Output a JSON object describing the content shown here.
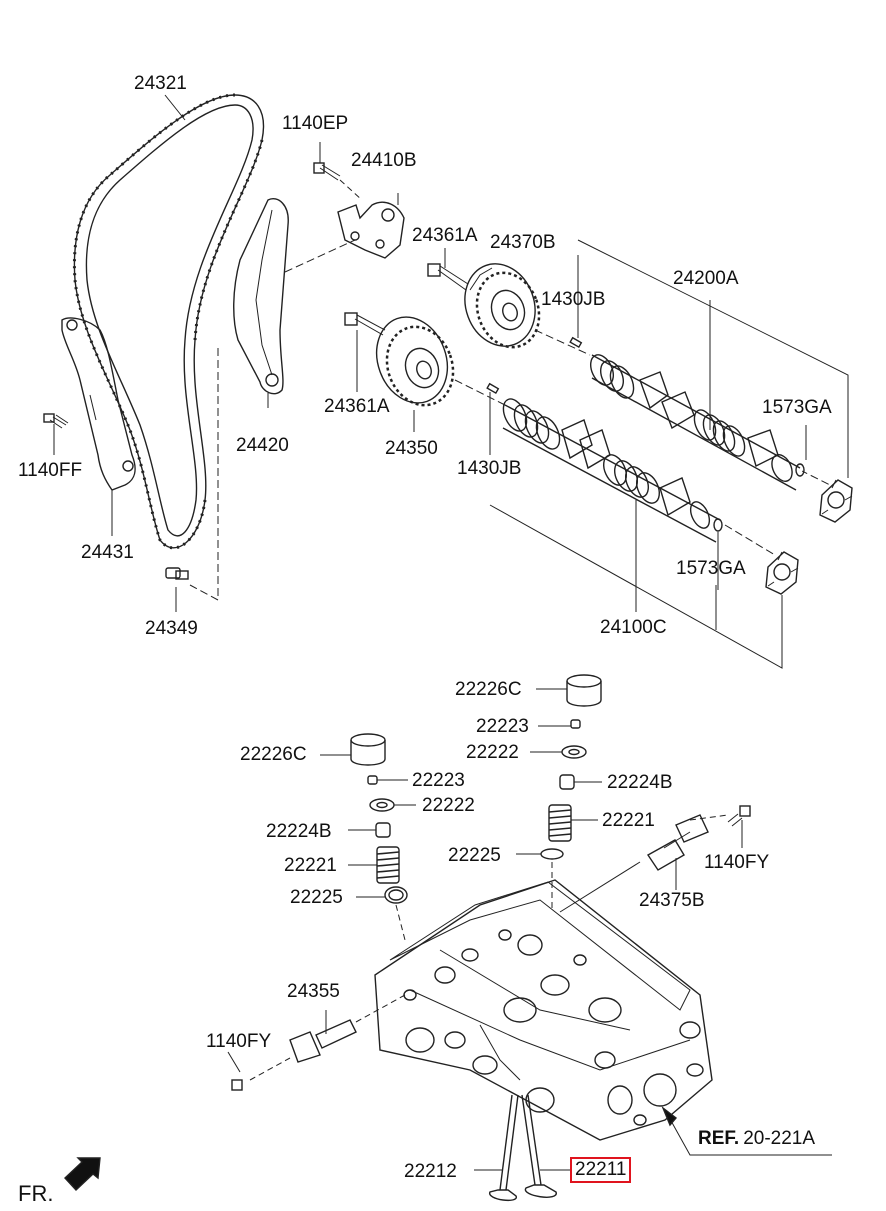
{
  "labels": {
    "p24321": "24321",
    "p1140EP": "1140EP",
    "p24410B": "24410B",
    "p24361A_top": "24361A",
    "p24370B": "24370B",
    "p24200A": "24200A",
    "p1430JB_top": "1430JB",
    "p24361A_mid": "24361A",
    "p24350": "24350",
    "p1430JB_mid": "1430JB",
    "p1573GA_top": "1573GA",
    "p1573GA_bot": "1573GA",
    "p24100C": "24100C",
    "p24420": "24420",
    "p1140FF": "1140FF",
    "p24431": "24431",
    "p24349": "24349",
    "p22226C_right": "22226C",
    "p22223_right": "22223",
    "p22222_right": "22222",
    "p22224B_right": "22224B",
    "p22221_right": "22221",
    "p22225_right": "22225",
    "p22226C_left": "22226C",
    "p22223_left": "22223",
    "p22222_left": "22222",
    "p22224B_left": "22224B",
    "p22221_left": "22221",
    "p22225_left": "22225",
    "p1140FY_right": "1140FY",
    "p24375B": "24375B",
    "p24355": "24355",
    "p1140FY_left": "1140FY",
    "ref_prefix": "REF.",
    "ref_value": "20-221A",
    "p22212": "22212",
    "p22211": "22211",
    "fr": "FR."
  },
  "colors": {
    "highlight": "#e0141e",
    "ink": "#111111"
  },
  "highlighted_part": "22211"
}
